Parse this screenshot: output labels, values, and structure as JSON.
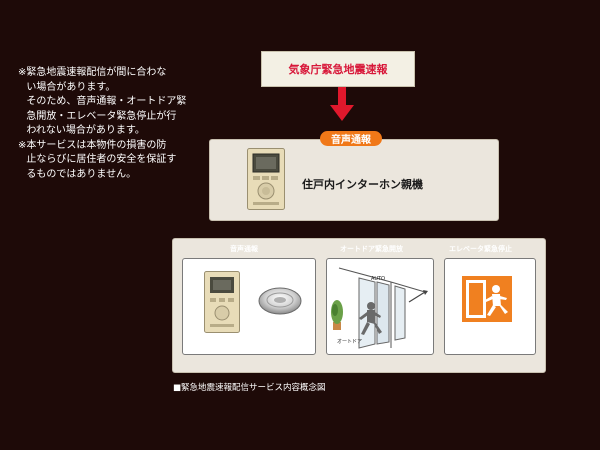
{
  "notes": [
    {
      "mark": "※",
      "text": "緊急地震速報配信が間に合わな\nい場合があります。\nそのため、音声通報・オートドア緊\n急開放・エレベータ緊急停止が行\nわれない場合があります。"
    },
    {
      "mark": "※",
      "text": "本サービスは本物件の損害の防\n止ならびに居住者の安全を保証す\nるものではありません。"
    }
  ],
  "top_box": {
    "label": "気象庁緊急地震速報",
    "color": "#d8183a"
  },
  "arrow_color": "#e0182c",
  "main_box": {
    "pill_label": "音声通報",
    "label": "住戸内インターホン親機",
    "pill_color": "#f07818"
  },
  "panels": [
    {
      "title": "音声通報"
    },
    {
      "title": "オートドア緊急開放",
      "door_text": "AUTO",
      "door_caption": "オートドア"
    },
    {
      "title": "エレベータ緊急停止",
      "icon_color": "#f08020"
    }
  ],
  "caption": "■緊急地震速報配信サービス内容概念図",
  "icons": [
    "intercom-icon",
    "ceiling-speaker-icon",
    "plant-icon",
    "running-person-icon",
    "emergency-exit-icon"
  ]
}
